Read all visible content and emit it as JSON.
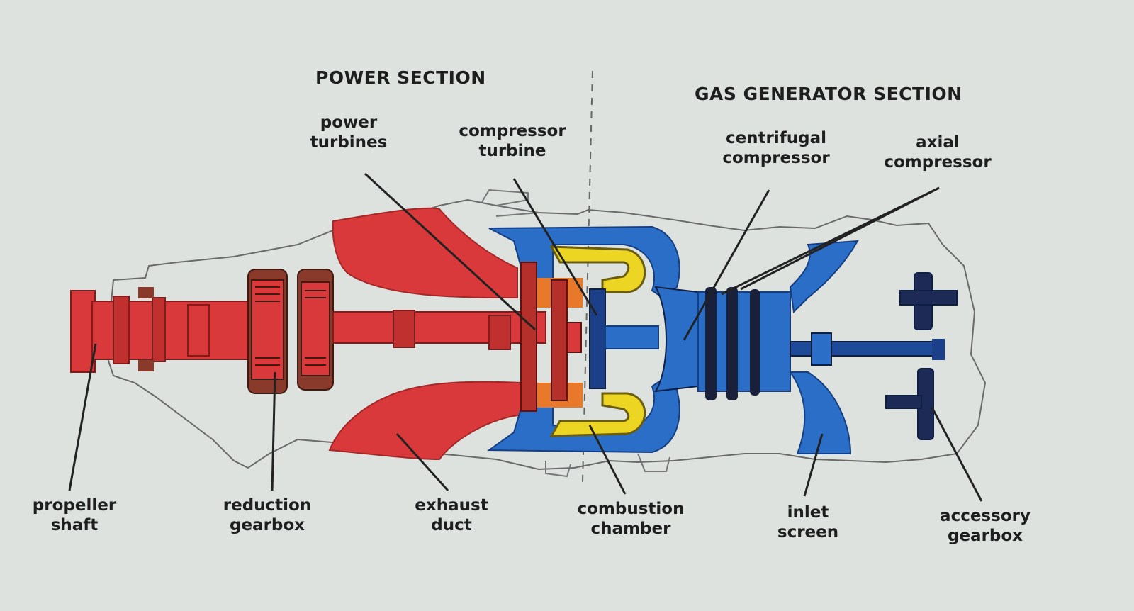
{
  "sections": {
    "power": "POWER SECTION",
    "gas_generator": "GAS GENERATOR SECTION"
  },
  "labels": {
    "power_turbines": [
      "power",
      "turbines"
    ],
    "compressor_turbine": [
      "compressor",
      "turbine"
    ],
    "centrifugal_compressor": [
      "centrifugal",
      "compressor"
    ],
    "axial_compressor": [
      "axial",
      "compressor"
    ],
    "propeller_shaft": [
      "propeller",
      "shaft"
    ],
    "reduction_gearbox": [
      "reduction",
      "gearbox"
    ],
    "exhaust_duct": [
      "exhaust",
      "duct"
    ],
    "combustion_chamber": [
      "combustion",
      "chamber"
    ],
    "inlet_screen": [
      "inlet",
      "screen"
    ],
    "accessory_gearbox": [
      "accessory",
      "gearbox"
    ]
  },
  "colors": {
    "background": "#dde2df",
    "power_red": "#d9393a",
    "gearbox_brown": "#8a3a2a",
    "compressor_blue": "#2a6ec8",
    "dark_blue": "#1c3f8a",
    "combustion_yellow": "#ecd623",
    "orange": "#e8792a",
    "outline": "#555555",
    "text": "#1e1e1e"
  }
}
